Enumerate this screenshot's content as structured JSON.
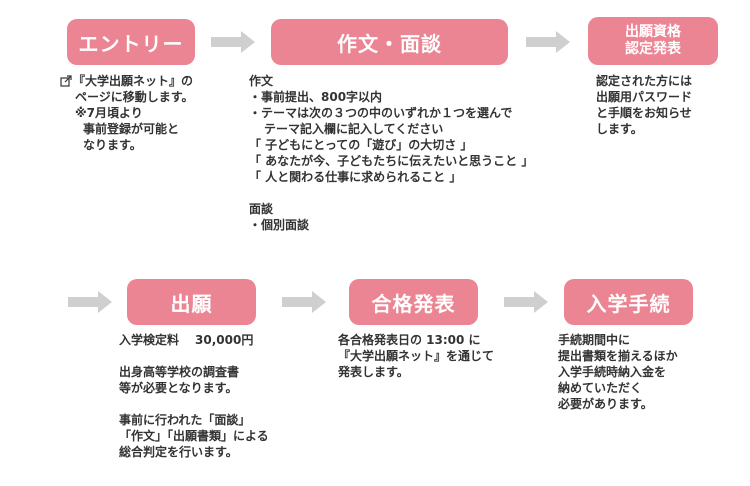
{
  "colors": {
    "step_fill": "#ec8593",
    "arrow": "#cfcfcf",
    "text": "#333333"
  },
  "steps": {
    "entry": {
      "label": "エントリー"
    },
    "essay_interview": {
      "label": "作文・面談"
    },
    "qualification": {
      "line1": "出願資格",
      "line2": "認定発表"
    },
    "application": {
      "label": "出願"
    },
    "result": {
      "label": "合格発表"
    },
    "enrollment": {
      "label": "入学手続"
    }
  },
  "entry_text": {
    "link": "『大学出願ネット』",
    "line1_suffix": "の",
    "line2": "ページに移動します。",
    "line3": "※7月頃より",
    "line4": "事前登録が可能と",
    "line5": "なります。"
  },
  "essay_text": {
    "heading": "作文",
    "bullet1": "・事前提出、800字以内",
    "bullet2": "・テーマは次の３つの中のいずれか１つを選んで",
    "bullet2_cont": "テーマ記入欄に記入してください",
    "theme1": "「 子どもにとっての「遊び」の大切さ 」",
    "theme2": "「 あなたが今、子どもたちに伝えたいと思うこと 」",
    "theme3": "「 人と関わる仕事に求められること 」",
    "interview_heading": "面談",
    "interview_bullet": "・個別面談"
  },
  "qualification_text": {
    "line1": "認定された方には",
    "line2": "出願用パスワード",
    "line3": "と手順をお知らせ",
    "line4": "します。"
  },
  "application_text": {
    "fee_label": "入学検定料",
    "fee_value": "30,000円",
    "docs1": "出身高等学校の調査書",
    "docs2": "等が必要となります。",
    "eval1": "事前に行われた「面談」",
    "eval2": "「作文」「出願書類」による",
    "eval3": "総合判定を行います。"
  },
  "result_text": {
    "line1": "各合格発表日の 13:00 に",
    "line2": "『大学出願ネット』を通じて",
    "line3": "発表します。"
  },
  "enrollment_text": {
    "line1": "手続期間中に",
    "line2": "提出書類を揃えるほか",
    "line3": "入学手続時納入金を",
    "line4": "納めていただく",
    "line5": "必要があります。"
  }
}
